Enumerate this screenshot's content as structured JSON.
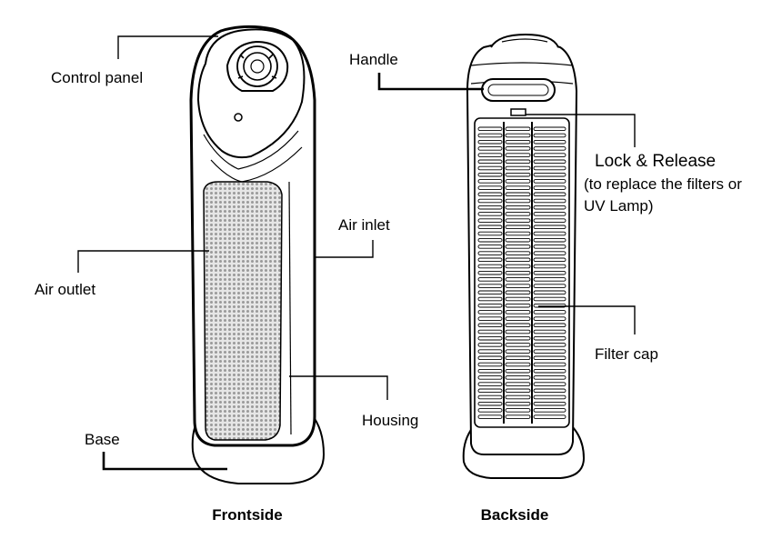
{
  "labels": {
    "control_panel": "Control panel",
    "air_outlet": "Air outlet",
    "air_inlet": "Air inlet",
    "base": "Base",
    "housing": "Housing",
    "handle": "Handle",
    "lock_release": "Lock & Release",
    "lock_release_note_1": "(to replace the filters or",
    "lock_release_note_2": "UV Lamp)",
    "filter_cap": "Filter cap"
  },
  "captions": {
    "front": "Frontside",
    "back": "Backside"
  }
}
